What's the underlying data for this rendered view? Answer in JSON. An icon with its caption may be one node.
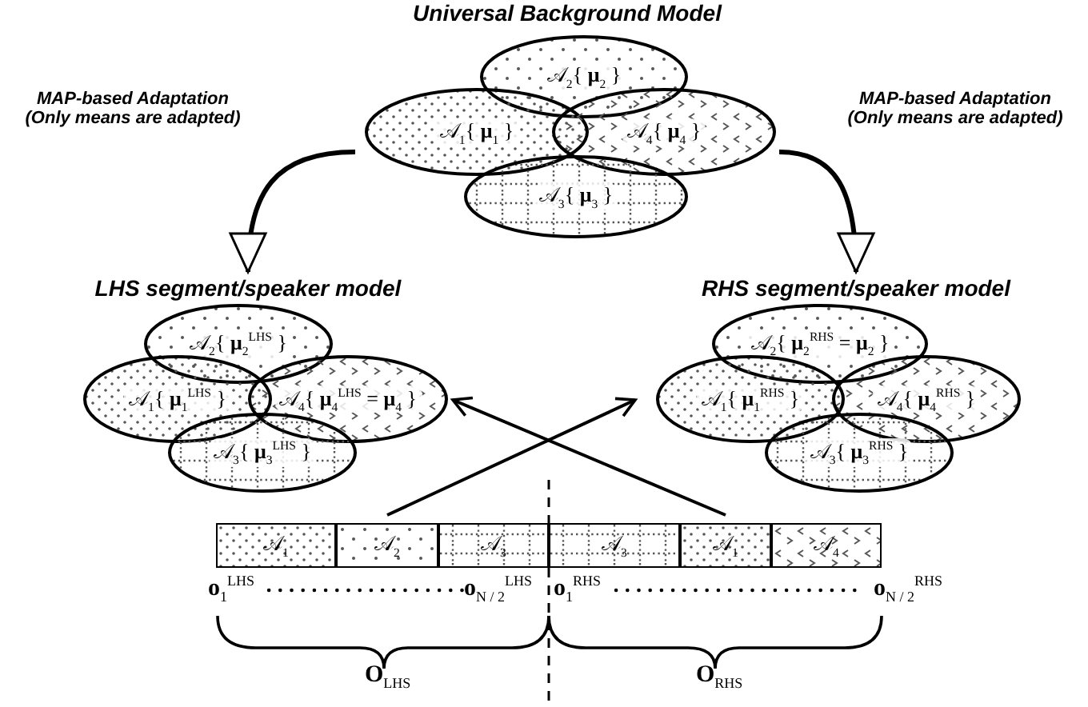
{
  "diagram": {
    "nodes": [
      {
        "text": [
          "Universal Background Model"
        ]
      },
      {
        "text": [
          "𝒜$_{2}${ **μ**$_{2}$ }"
        ],
        "in": 0
      },
      {
        "text": [
          "𝒜$_{1}${ **μ**$_{1}$ }"
        ],
        "in": 0
      },
      {
        "text": [
          "𝒜$_{4}${ **μ**$_{4}$ }"
        ],
        "in": 0
      },
      {
        "text": [
          "𝒜$_{3}${ **μ**$_{3}$ }"
        ],
        "in": 0
      },
      {
        "text": [
          "LHS segment/speaker model"
        ]
      },
      {
        "text": [
          "𝒜$_{2}${ **μ**$_{2}$$^{LHS}$ }"
        ],
        "in": 5
      },
      {
        "text": [
          "𝒜$_{1}${ **μ**$_{1}$$^{LHS}$ }"
        ],
        "in": 5
      },
      {
        "text": [
          "𝒜$_{4}${ **μ**$_{4}$$^{LHS}$ = **μ**$_{4}$ }"
        ],
        "in": 5
      },
      {
        "text": [
          "𝒜$_{3}${ **μ**$_{3}$$^{LHS}$ }"
        ],
        "in": 5
      },
      {
        "text": [
          "RHS segment/speaker model"
        ]
      },
      {
        "text": [
          "𝒜$_{2}${ **μ**$_{2}$$^{RHS}$ = **μ**$_{2}$ }"
        ],
        "in": 10
      },
      {
        "text": [
          "𝒜$_{1}${ **μ**$_{1}$$^{RHS}$ }"
        ],
        "in": 10
      },
      {
        "text": [
          "𝒜$_{4}${ **μ**$_{4}$$^{RHS}$ }"
        ],
        "in": 10
      },
      {
        "text": [
          "𝒜$_{3}${ **μ**$_{3}$$^{RHS}$ }"
        ],
        "in": 10
      },
      {
        "text": [
          "𝒜$_{1}$"
        ]
      },
      {
        "text": [
          "𝒜$_{2}$"
        ]
      },
      {
        "text": [
          "𝒜$_{3}$"
        ]
      },
      {
        "text": [
          "𝒜$_{3}$"
        ]
      },
      {
        "text": [
          "𝒜$_{1}$"
        ]
      },
      {
        "text": [
          "𝒜$_{4}$"
        ]
      }
    ],
    "edges": [
      {
        "from": 0,
        "to": 5,
        "arrow": "to",
        "label": "MAP-based Adaptation (Only means are adapted)"
      },
      {
        "from": 0,
        "to": 10,
        "arrow": "to",
        "label": "MAP-based Adaptation (Only means are adapted)"
      },
      {
        "from": 19,
        "to": 5,
        "arrow": "to"
      },
      {
        "from": 16,
        "to": 10,
        "arrow": "to"
      }
    ],
    "labels": [
      "**o**$_{1}$$^{LHS}$",
      "**o**$_{N / 2}$$^{LHS}$",
      "**o**$_{1}$$^{RHS}$",
      "**o**$_{N / 2}$$^{RHS}$",
      "**O**$_{LHS}$",
      "**O**$_{RHS}$"
    ]
  }
}
